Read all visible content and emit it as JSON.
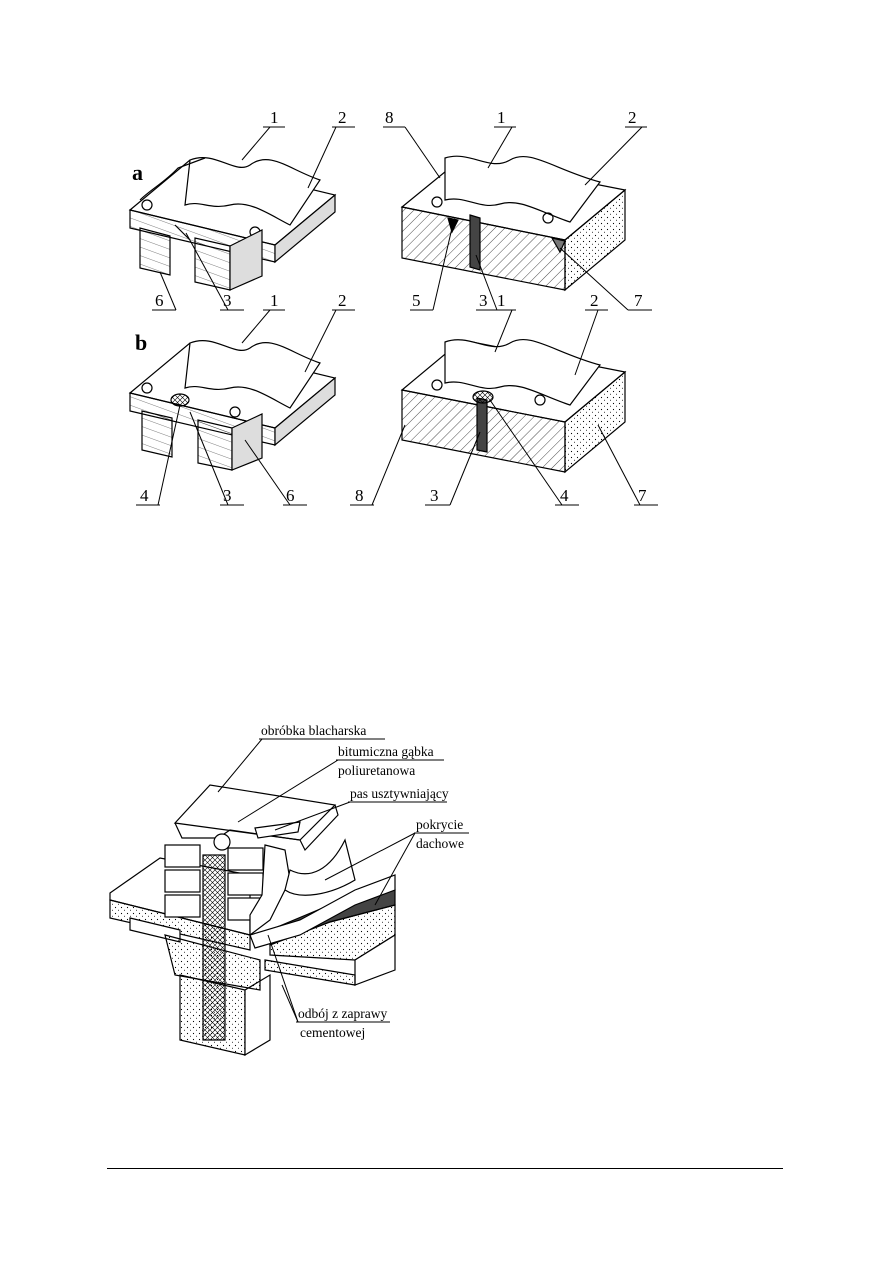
{
  "figure1": {
    "panel_a": "a",
    "panel_b": "b",
    "callouts": {
      "a_left_top": [
        "1",
        "2"
      ],
      "a_left_bottom": [
        "6",
        "3"
      ],
      "a_right_top": [
        "8",
        "1",
        "2"
      ],
      "a_right_bottom": [
        "5",
        "3",
        "7"
      ],
      "b_left_top": [
        "1",
        "2"
      ],
      "b_left_bottom": [
        "4",
        "3",
        "6"
      ],
      "b_right_top": [
        "1",
        "2"
      ],
      "b_right_bottom": [
        "8",
        "3",
        "4",
        "7"
      ]
    }
  },
  "figure2": {
    "labels": {
      "flashing": "obróbka blacharska",
      "sponge_line1": "bitumiczna gąbka",
      "sponge_line2": "poliuretanowa",
      "stiffening_strip": "pas usztywniający",
      "roofing_line1": "pokrycie",
      "roofing_line2": "dachowe",
      "mortar_line1": "odbój z zaprawy",
      "mortar_line2": "cementowej"
    }
  }
}
